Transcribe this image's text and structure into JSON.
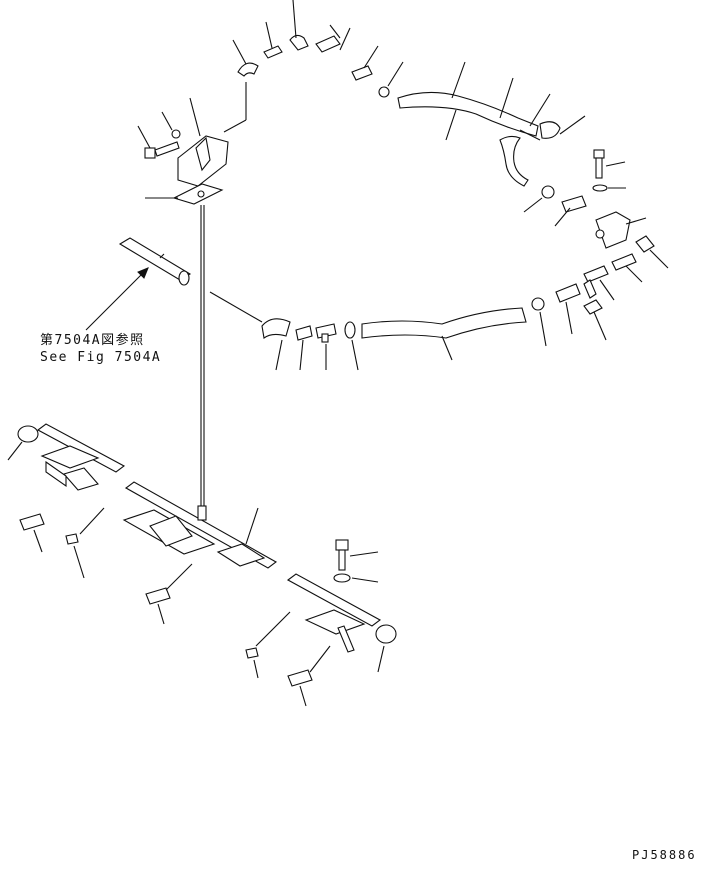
{
  "reference_note": {
    "japanese": "第7504A図参照",
    "english": "See Fig 7504A"
  },
  "drawing_code": "PJ58886"
}
